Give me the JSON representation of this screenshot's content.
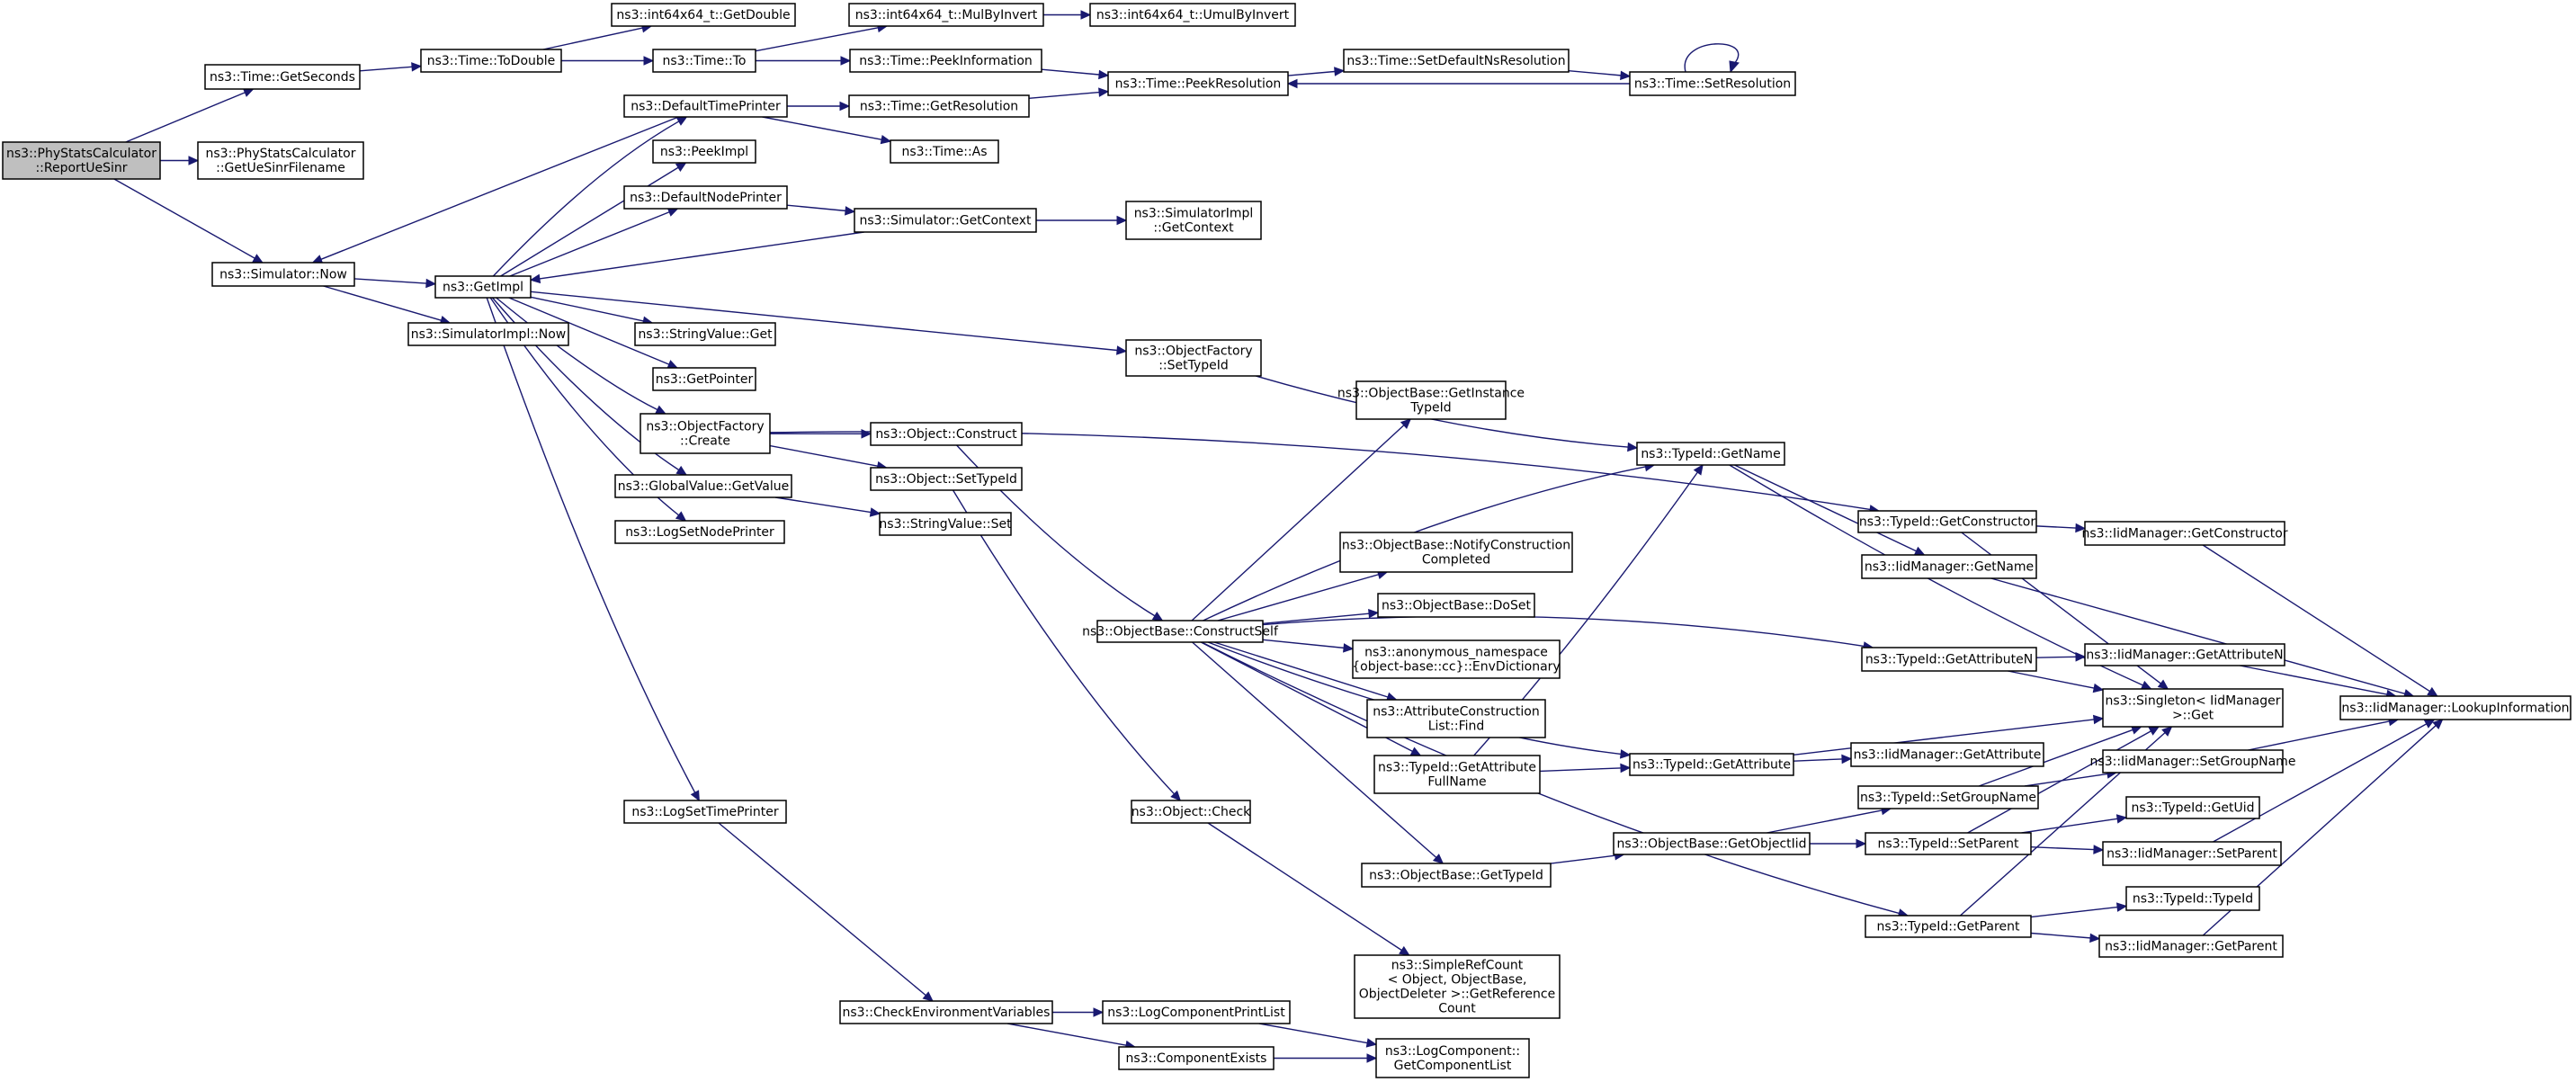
{
  "colors": {
    "edge": "#191970",
    "node_border": "#000000",
    "root_fill": "#bfbfbf",
    "node_fill": "#ffffff"
  },
  "nodes": {
    "root": [
      "ns3::PhyStatsCalculator",
      "::ReportUeSinr"
    ],
    "GetSeconds": [
      "ns3::Time::GetSeconds"
    ],
    "GetUeSinrFilename": [
      "ns3::PhyStatsCalculator",
      "::GetUeSinrFilename"
    ],
    "SimNow": [
      "ns3::Simulator::Now"
    ],
    "ToDouble": [
      "ns3::Time::ToDouble"
    ],
    "GetDouble": [
      "ns3::int64x64_t::GetDouble"
    ],
    "To": [
      "ns3::Time::To"
    ],
    "MulByInvert": [
      "ns3::int64x64_t::MulByInvert"
    ],
    "UmulByInvert": [
      "ns3::int64x64_t::UmulByInvert"
    ],
    "PeekInformation": [
      "ns3::Time::PeekInformation"
    ],
    "PeekResolution": [
      "ns3::Time::PeekResolution"
    ],
    "SetDefaultNsResolution": [
      "ns3::Time::SetDefaultNsResolution"
    ],
    "SetResolution": [
      "ns3::Time::SetResolution"
    ],
    "DefaultTimePrinter": [
      "ns3::DefaultTimePrinter"
    ],
    "GetResolution": [
      "ns3::Time::GetResolution"
    ],
    "TimeAs": [
      "ns3::Time::As"
    ],
    "PeekImpl": [
      "ns3::PeekImpl"
    ],
    "DefaultNodePrinter": [
      "ns3::DefaultNodePrinter"
    ],
    "GetContext": [
      "ns3::Simulator::GetContext"
    ],
    "SimImplGetContext": [
      "ns3::SimulatorImpl",
      "::GetContext"
    ],
    "GetImpl": [
      "ns3::GetImpl"
    ],
    "SimImplNow": [
      "ns3::SimulatorImpl::Now"
    ],
    "StringValueGet": [
      "ns3::StringValue::Get"
    ],
    "SetTypeIdFactory": [
      "ns3::ObjectFactory",
      "::SetTypeId"
    ],
    "GetPointer": [
      "ns3::GetPointer"
    ],
    "FactoryCreate": [
      "ns3::ObjectFactory",
      "::Create"
    ],
    "ObjectConstruct": [
      "ns3::Object::Construct"
    ],
    "GetInstanceTypeId": [
      "ns3::ObjectBase::GetInstance",
      "TypeId"
    ],
    "TypeIdGetName": [
      "ns3::TypeId::GetName"
    ],
    "GlobalValueGetValue": [
      "ns3::GlobalValue::GetValue"
    ],
    "ObjectSetTypeId": [
      "ns3::Object::SetTypeId"
    ],
    "StringValueSet": [
      "ns3::StringValue::Set"
    ],
    "LogSetNodePrinter": [
      "ns3::LogSetNodePrinter"
    ],
    "NotifyConstructionCompleted": [
      "ns3::ObjectBase::NotifyConstruction",
      "Completed"
    ],
    "TypeIdGetConstructor": [
      "ns3::TypeId::GetConstructor"
    ],
    "IidGetConstructor": [
      "ns3::IidManager::GetConstructor"
    ],
    "IidGetName": [
      "ns3::IidManager::GetName"
    ],
    "DoSet": [
      "ns3::ObjectBase::DoSet"
    ],
    "ConstructSelf": [
      "ns3::ObjectBase::ConstructSelf"
    ],
    "EnvDictionary": [
      "ns3::anonymous_namespace",
      "{object-base::cc}::EnvDictionary"
    ],
    "TypeIdGetAttributeN": [
      "ns3::TypeId::GetAttributeN"
    ],
    "IidGetAttributeN": [
      "ns3::IidManager::GetAttributeN"
    ],
    "SingletonGet": [
      "ns3::Singleton< IidManager",
      ">::Get"
    ],
    "LookupInformation": [
      "ns3::IidManager::LookupInformation"
    ],
    "AttrListFind": [
      "ns3::AttributeConstruction",
      "List::Find"
    ],
    "GetAttributeFullName": [
      "ns3::TypeId::GetAttribute",
      "FullName"
    ],
    "TypeIdGetAttribute": [
      "ns3::TypeId::GetAttribute"
    ],
    "IidGetAttribute": [
      "ns3::IidManager::GetAttribute"
    ],
    "IidSetGroupName": [
      "ns3::IidManager::SetGroupName"
    ],
    "TypeIdSetGroupName": [
      "ns3::TypeId::SetGroupName"
    ],
    "LogSetTimePrinter": [
      "ns3::LogSetTimePrinter"
    ],
    "ObjectCheck": [
      "ns3::Object::Check"
    ],
    "GetUid": [
      "ns3::TypeId::GetUid"
    ],
    "GetObjectIid": [
      "ns3::ObjectBase::GetObjectIid"
    ],
    "TypeIdSetParent": [
      "ns3::TypeId::SetParent"
    ],
    "IidSetParent": [
      "ns3::IidManager::SetParent"
    ],
    "ObjectBaseGetTypeId": [
      "ns3::ObjectBase::GetTypeId"
    ],
    "TypeIdTypeId": [
      "ns3::TypeId::TypeId"
    ],
    "TypeIdGetParent": [
      "ns3::TypeId::GetParent"
    ],
    "IidGetParent": [
      "ns3::IidManager::GetParent"
    ],
    "GetReferenceCount": [
      "ns3::SimpleRefCount",
      "< Object, ObjectBase,",
      "ObjectDeleter >::GetReference",
      "Count"
    ],
    "CheckEnvironmentVariables": [
      "ns3::CheckEnvironmentVariables"
    ],
    "LogComponentPrintList": [
      "ns3::LogComponentPrintList"
    ],
    "ComponentExists": [
      "ns3::ComponentExists"
    ],
    "GetComponentList": [
      "ns3::LogComponent::",
      "GetComponentList"
    ]
  }
}
